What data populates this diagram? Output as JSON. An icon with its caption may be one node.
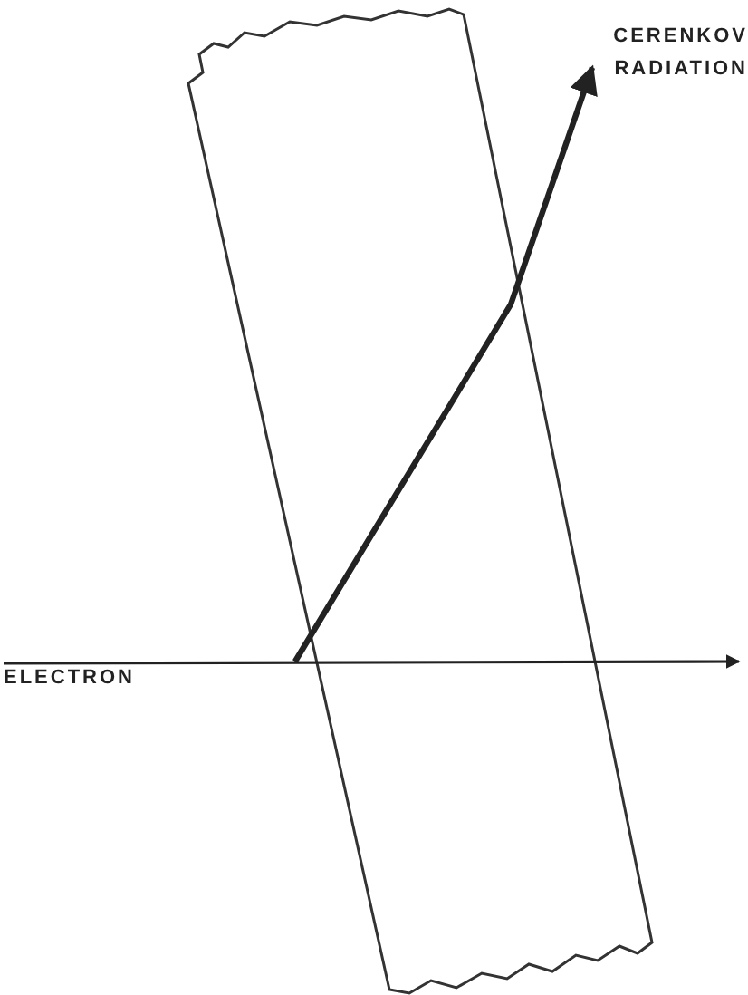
{
  "diagram": {
    "nodes": [
      {
        "text": [
          "ELECTRON"
        ]
      },
      {
        "text": [
          "CERENKOV RADIATION"
        ]
      },
      {
        "text": [],
        "shape": "box"
      }
    ],
    "edges": [
      {
        "from": 0,
        "to": null,
        "arrow": "to"
      },
      {
        "from": 2,
        "to": 1,
        "arrow": "to",
        "style": "thick"
      }
    ]
  }
}
